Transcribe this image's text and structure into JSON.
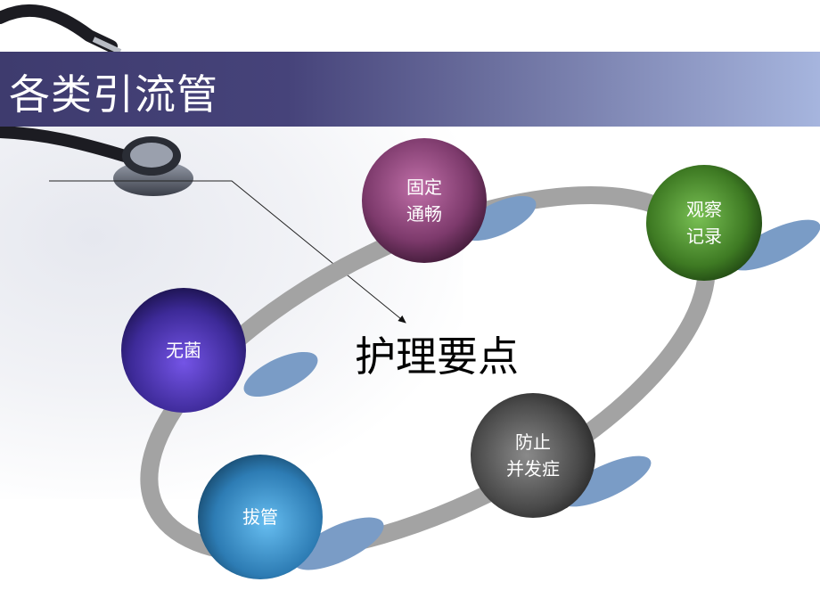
{
  "slide": {
    "title": "各类引流管",
    "center_label": "护理要点",
    "nodes": [
      {
        "id": "fixed",
        "label": "固定\n通畅",
        "color": "#9a4d86"
      },
      {
        "id": "observe",
        "label": "观察\n记录",
        "color": "#4f8a2f"
      },
      {
        "id": "aseptic",
        "label": "无菌",
        "color": "#4a33a8"
      },
      {
        "id": "prevent",
        "label": "防止\n并发症",
        "color": "#4d4d4d"
      },
      {
        "id": "extubation",
        "label": "拔管",
        "color": "#3a8cc7"
      }
    ],
    "colors": {
      "title_bar_start": "#3e3b6e",
      "title_bar_end": "#a6b5de",
      "ring": "#a3a3a3",
      "shadow": "#7a9cc6"
    }
  }
}
